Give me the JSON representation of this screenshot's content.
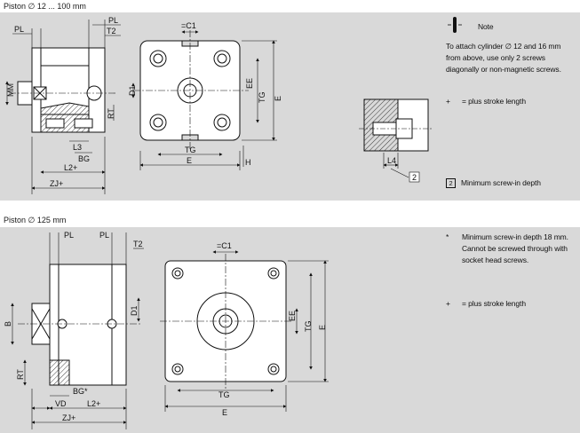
{
  "sections": [
    {
      "title": "Piston ∅ 12 ... 100 mm",
      "labels": {
        "PL": "PL",
        "T2": "T2",
        "C1": "=C1",
        "D1": "D1",
        "EE": "EE",
        "TG": "TG",
        "E": "E",
        "MM": "MM",
        "RT": "RT",
        "L3": "L3",
        "BG": "BG",
        "L2": "L2+",
        "ZJ": "ZJ+",
        "H": "H",
        "L4": "L4",
        "ref2": "2"
      },
      "notes": {
        "note_label": "Note",
        "note_text": "To attach cylinder ∅ 12 and 16 mm from above, use only 2 screws diagonally or non-magnetic screws.",
        "plus_symbol": "+",
        "plus_text": "= plus stroke length",
        "ref_number": "2",
        "ref_text": "Minimum screw-in depth"
      }
    },
    {
      "title": "Piston ∅ 125 mm",
      "labels": {
        "PL": "PL",
        "T2": "T2",
        "C1": "=C1",
        "D1": "D1",
        "EE": "EE",
        "TG": "TG",
        "E": "E",
        "B": "B",
        "RT": "RT",
        "BG": "BG*",
        "VD": "VD",
        "L2": "L2+",
        "ZJ": "ZJ+"
      },
      "notes": {
        "star_symbol": "*",
        "star_text": "Minimum screw-in depth 18 mm. Cannot be screwed through with socket head screws.",
        "plus_symbol": "+",
        "plus_text": "= plus stroke length"
      }
    }
  ]
}
